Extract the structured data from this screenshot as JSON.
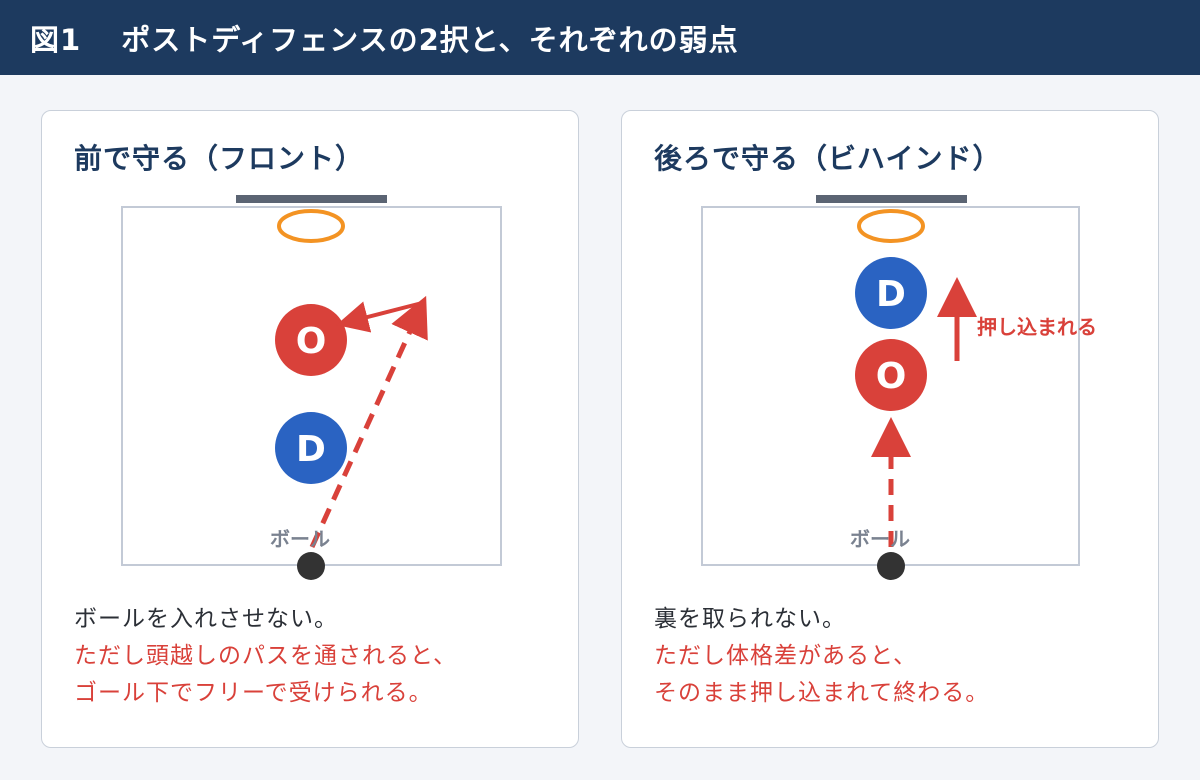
{
  "header": {
    "fig_label": "図1",
    "title": "ポストディフェンスの2択と、それぞれの弱点"
  },
  "colors": {
    "header_bg": "#1d3a5f",
    "offense": "#d9413a",
    "defense": "#2a63c2",
    "rim": "#f39323",
    "warn_text": "#d9413a"
  },
  "panels": {
    "front": {
      "title": "前で守る（フロント）",
      "offense_label": "O",
      "defense_label": "D",
      "ball_label": "ボール",
      "desc_plain": "ボールを入れさせない。",
      "desc_warn_1": "ただし頭越しのパスを通されると、",
      "desc_warn_2": "ゴール下でフリーで受けられる。"
    },
    "behind": {
      "title": "後ろで守る（ビハインド）",
      "offense_label": "O",
      "defense_label": "D",
      "ball_label": "ボール",
      "push_label": "押し込まれる",
      "desc_plain": "裏を取られない。",
      "desc_warn_1": "ただし体格差があると、",
      "desc_warn_2": "そのまま押し込まれて終わる。"
    }
  }
}
